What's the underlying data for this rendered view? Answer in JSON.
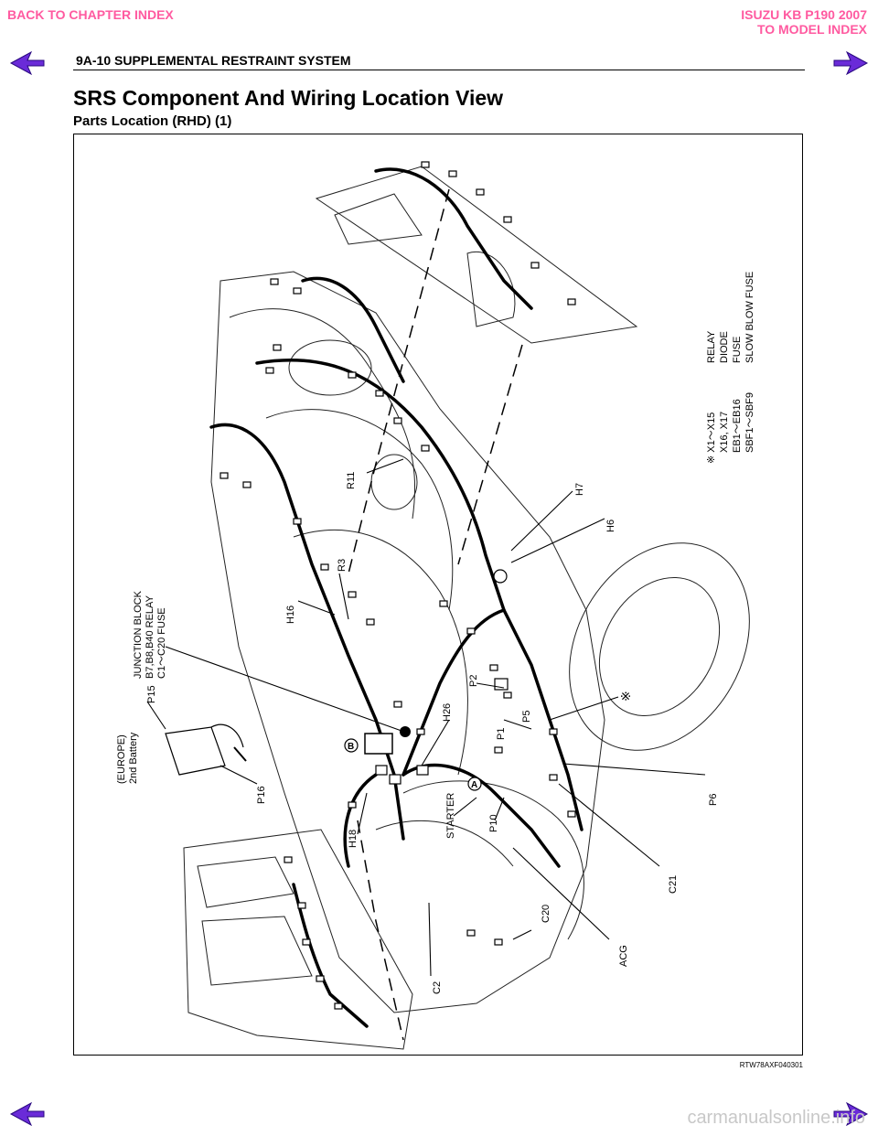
{
  "nav": {
    "back_chapter": "BACK TO CHAPTER INDEX",
    "model_line1": "ISUZU KB P190 2007",
    "model_line2": "TO MODEL INDEX"
  },
  "header": {
    "section": "9A-10  SUPPLEMENTAL RESTRAINT SYSTEM"
  },
  "page": {
    "title": "SRS Component And Wiring Location View",
    "subtitle": "Parts Location (RHD) (1)",
    "figure_code": "RTW78AXF040301"
  },
  "figure": {
    "legend": {
      "row1_left": "※ X1～X15",
      "row1_right": "RELAY",
      "row2_left": "X16, X17",
      "row2_right": "DIODE",
      "row3_left": "EB1～EB16",
      "row3_right": "FUSE",
      "row4_left": "SBF1～SBF9",
      "row4_right": "SLOW BLOW FUSE"
    },
    "junction": {
      "line1": "JUNCTION BLOCK",
      "line2": "B7,B8,B40 RELAY",
      "line3": "C1～C20 FUSE"
    },
    "battery": {
      "line1": "(EUROPE)",
      "line2": "2nd Battery"
    },
    "labels": {
      "r11": "R11",
      "r3": "R3",
      "h16": "H16",
      "h7": "H7",
      "h6": "H6",
      "p15": "P15",
      "p16": "P16",
      "h26": "H26",
      "p2": "P2",
      "p1": "P1",
      "p5": "P5",
      "asterisk": "※",
      "starter": "STARTER",
      "p10": "P10",
      "h18": "H18",
      "p6": "P6",
      "c21": "C21",
      "c20": "C20",
      "acg": "ACG",
      "c2": "C2",
      "mark_a": "A",
      "mark_b": "B"
    }
  },
  "watermark": "carmanualsonline.info",
  "colors": {
    "nav_pink": "#ff5aa0",
    "arrow_purple": "#6a2bd8"
  }
}
